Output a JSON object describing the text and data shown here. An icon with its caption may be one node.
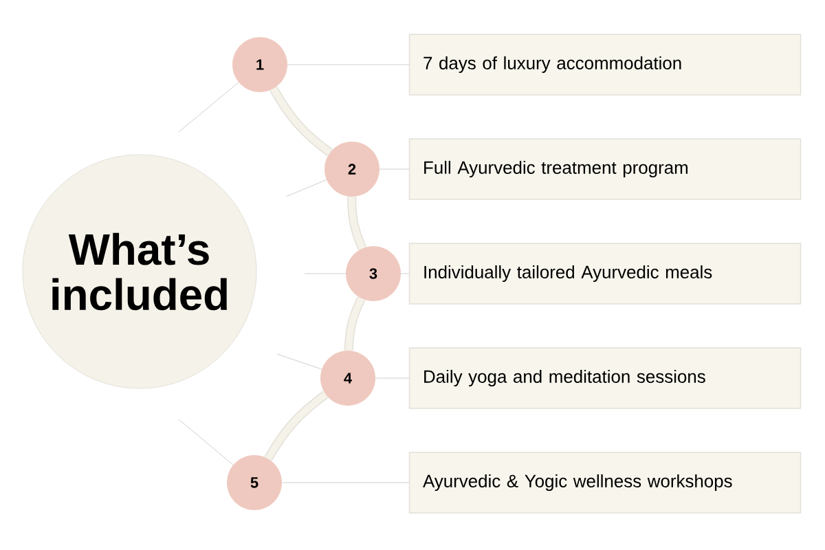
{
  "diagram": {
    "nodes": [
      {
        "text": [
          "What’s included"
        ]
      },
      {
        "text": [
          "1"
        ]
      },
      {
        "text": [
          "2"
        ]
      },
      {
        "text": [
          "3"
        ]
      },
      {
        "text": [
          "4"
        ]
      },
      {
        "text": [
          "5"
        ]
      },
      {
        "text": [
          "7 days of luxury accommodation"
        ]
      },
      {
        "text": [
          "Full Ayurvedic treatment program"
        ]
      },
      {
        "text": [
          "Individually tailored Ayurvedic meals"
        ]
      },
      {
        "text": [
          "Daily yoga and meditation sessions"
        ]
      },
      {
        "text": [
          "Ayurvedic & Yogic wellness workshops"
        ]
      }
    ],
    "edges": [
      {
        "from": 1,
        "to": 6,
        "arrow": "none"
      },
      {
        "from": 2,
        "to": 7,
        "arrow": "none"
      },
      {
        "from": 3,
        "to": 8,
        "arrow": "none"
      },
      {
        "from": 4,
        "to": 9,
        "arrow": "none"
      },
      {
        "from": 5,
        "to": 10,
        "arrow": "none"
      },
      {
        "from": 1,
        "to": 2,
        "arrow": "none",
        "style": "thick",
        "color": "#f4f2e9"
      },
      {
        "from": 2,
        "to": 3,
        "arrow": "none",
        "style": "thick",
        "color": "#f4f2e9"
      },
      {
        "from": 3,
        "to": 4,
        "arrow": "none",
        "style": "thick",
        "color": "#f4f2e9"
      },
      {
        "from": 4,
        "to": 5,
        "arrow": "none",
        "style": "thick",
        "color": "#f4f2e9"
      },
      {
        "from": null,
        "to": 1,
        "arrow": "none"
      },
      {
        "from": null,
        "to": 2,
        "arrow": "none"
      },
      {
        "from": null,
        "to": 3,
        "arrow": "none"
      },
      {
        "from": null,
        "to": 4,
        "arrow": "none"
      },
      {
        "from": null,
        "to": 5,
        "arrow": "none"
      }
    ]
  }
}
